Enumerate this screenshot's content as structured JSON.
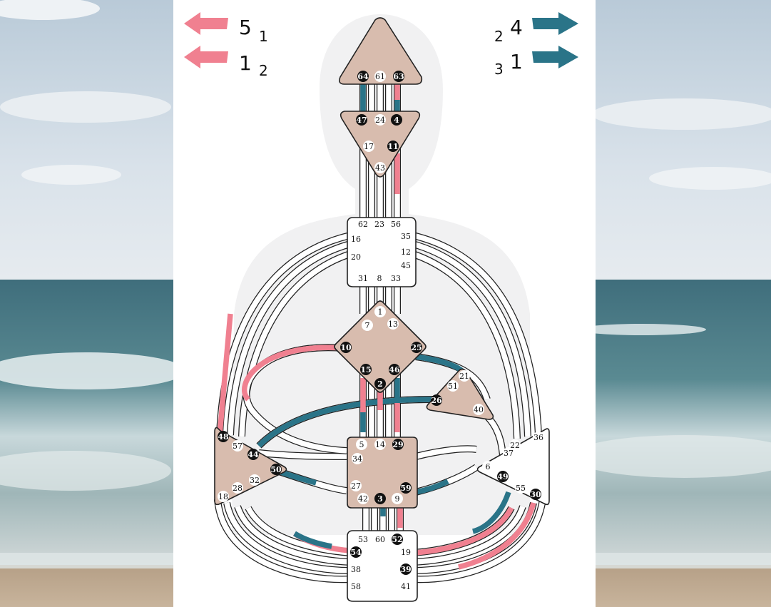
{
  "colors": {
    "design": "#f08090",
    "personality": "#2a7488",
    "center_defined": "#d8bcae",
    "center_open": "#ffffff",
    "active_gate": "#111111",
    "silhouette": "#f1f1f2"
  },
  "variables": {
    "left": [
      {
        "digit": "5",
        "sub": "1",
        "color": "#f08090"
      },
      {
        "digit": "1",
        "sub": "2",
        "color": "#f08090"
      }
    ],
    "right": [
      {
        "sub": "2",
        "digit": "4",
        "color": "#2a7488"
      },
      {
        "sub": "3",
        "digit": "1",
        "color": "#2a7488"
      }
    ]
  },
  "centers": [
    {
      "name": "head",
      "defined": true,
      "gates": [
        {
          "n": "64",
          "active": true
        },
        {
          "n": "61",
          "active": false
        },
        {
          "n": "63",
          "active": true
        }
      ]
    },
    {
      "name": "ajna",
      "defined": true,
      "gates": [
        {
          "n": "47",
          "active": true
        },
        {
          "n": "24",
          "active": false
        },
        {
          "n": "4",
          "active": true
        },
        {
          "n": "17",
          "active": false
        },
        {
          "n": "11",
          "active": true
        },
        {
          "n": "43",
          "active": false
        }
      ]
    },
    {
      "name": "throat",
      "defined": false,
      "gates": [
        {
          "n": "62",
          "active": false
        },
        {
          "n": "23",
          "active": false
        },
        {
          "n": "56",
          "active": false
        },
        {
          "n": "16",
          "active": false
        },
        {
          "n": "35",
          "active": false
        },
        {
          "n": "20",
          "active": false
        },
        {
          "n": "12",
          "active": false
        },
        {
          "n": "45",
          "active": false
        },
        {
          "n": "31",
          "active": false
        },
        {
          "n": "8",
          "active": false
        },
        {
          "n": "33",
          "active": false
        }
      ]
    },
    {
      "name": "g",
      "defined": true,
      "gates": [
        {
          "n": "1",
          "active": false
        },
        {
          "n": "7",
          "active": false
        },
        {
          "n": "13",
          "active": false
        },
        {
          "n": "10",
          "active": true
        },
        {
          "n": "25",
          "active": true
        },
        {
          "n": "15",
          "active": true
        },
        {
          "n": "46",
          "active": true
        },
        {
          "n": "2",
          "active": true
        }
      ]
    },
    {
      "name": "heart",
      "defined": true,
      "gates": [
        {
          "n": "21",
          "active": false
        },
        {
          "n": "51",
          "active": false
        },
        {
          "n": "26",
          "active": true
        },
        {
          "n": "40",
          "active": false
        }
      ]
    },
    {
      "name": "spleen",
      "defined": true,
      "gates": [
        {
          "n": "48",
          "active": true
        },
        {
          "n": "57",
          "active": false
        },
        {
          "n": "44",
          "active": true
        },
        {
          "n": "50",
          "active": true
        },
        {
          "n": "32",
          "active": false
        },
        {
          "n": "28",
          "active": false
        },
        {
          "n": "18",
          "active": false
        }
      ]
    },
    {
      "name": "sacral",
      "defined": true,
      "gates": [
        {
          "n": "5",
          "active": false
        },
        {
          "n": "14",
          "active": false
        },
        {
          "n": "29",
          "active": true
        },
        {
          "n": "34",
          "active": false
        },
        {
          "n": "27",
          "active": false
        },
        {
          "n": "59",
          "active": true
        },
        {
          "n": "42",
          "active": false
        },
        {
          "n": "3",
          "active": true
        },
        {
          "n": "9",
          "active": false
        }
      ]
    },
    {
      "name": "solar-plexus",
      "defined": false,
      "gates": [
        {
          "n": "36",
          "active": false
        },
        {
          "n": "22",
          "active": false
        },
        {
          "n": "37",
          "active": false
        },
        {
          "n": "6",
          "active": false
        },
        {
          "n": "49",
          "active": true
        },
        {
          "n": "55",
          "active": false
        },
        {
          "n": "30",
          "active": true
        }
      ]
    },
    {
      "name": "root",
      "defined": false,
      "gates": [
        {
          "n": "53",
          "active": false
        },
        {
          "n": "60",
          "active": false
        },
        {
          "n": "52",
          "active": true
        },
        {
          "n": "54",
          "active": true
        },
        {
          "n": "19",
          "active": false
        },
        {
          "n": "38",
          "active": false
        },
        {
          "n": "39",
          "active": true
        },
        {
          "n": "58",
          "active": false
        },
        {
          "n": "41",
          "active": false
        }
      ]
    }
  ]
}
